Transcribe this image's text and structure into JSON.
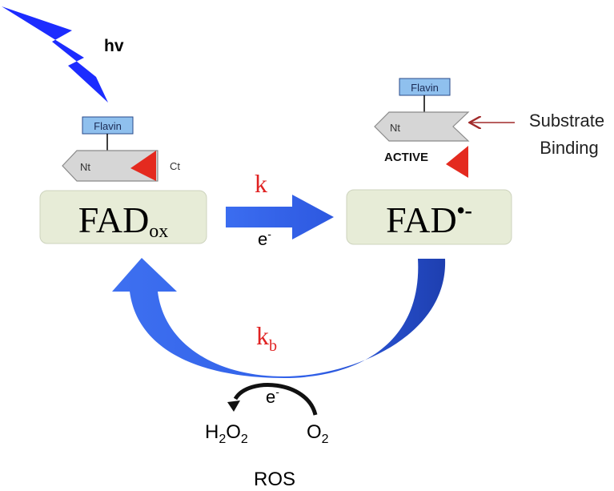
{
  "light": {
    "label": "hv"
  },
  "left_domain": {
    "flavin": "Flavin",
    "nt": "Nt",
    "ct": "Ct"
  },
  "right_domain": {
    "flavin": "Flavin",
    "nt": "Nt",
    "state": "ACTIVE"
  },
  "substrate": {
    "line1": "Substrate",
    "line2": "Binding"
  },
  "fad_ox": {
    "base": "FAD",
    "sub": "ox"
  },
  "fad_radical": {
    "base": "FAD",
    "sup": "•-"
  },
  "forward": {
    "rate": "k",
    "electron": "e",
    "electron_sup": "-"
  },
  "back": {
    "rate": "k",
    "rate_sub": "b"
  },
  "ros": {
    "electron": "e",
    "electron_sup": "-",
    "h2o2": {
      "h": "H",
      "h_sub": "2",
      "o": "O",
      "o_sub": "2"
    },
    "o2": {
      "o": "O",
      "o_sub": "2"
    },
    "label": "ROS"
  },
  "colors": {
    "arrow_blue": "#2f5fe8",
    "bolt_blue": "#1c2cff",
    "rate_red": "#e02222",
    "fad_box": "#e7ecd7",
    "flavin_box": "#8fc0ee",
    "domain_gray": "#d6d6d6",
    "ct_red": "#e42a1f",
    "substrate_arrow": "#a12a2a"
  }
}
